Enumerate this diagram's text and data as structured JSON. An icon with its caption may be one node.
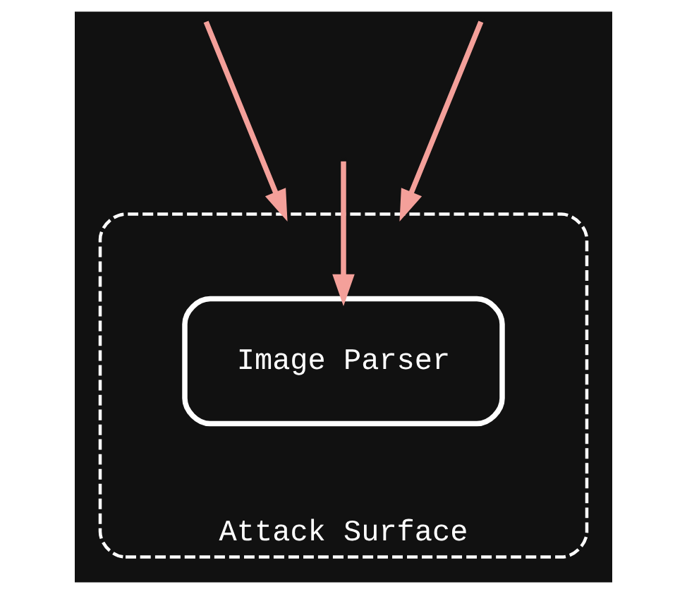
{
  "diagram": {
    "nodes": [
      {
        "text": [
          "Attack Surface"
        ]
      },
      {
        "text": [
          "Image Parser"
        ],
        "in": 0
      }
    ],
    "edges": [
      {
        "from": null,
        "to": 0,
        "arrow": "to"
      },
      {
        "from": null,
        "to": 1,
        "arrow": "to"
      },
      {
        "from": null,
        "to": 0,
        "arrow": "to"
      }
    ]
  }
}
